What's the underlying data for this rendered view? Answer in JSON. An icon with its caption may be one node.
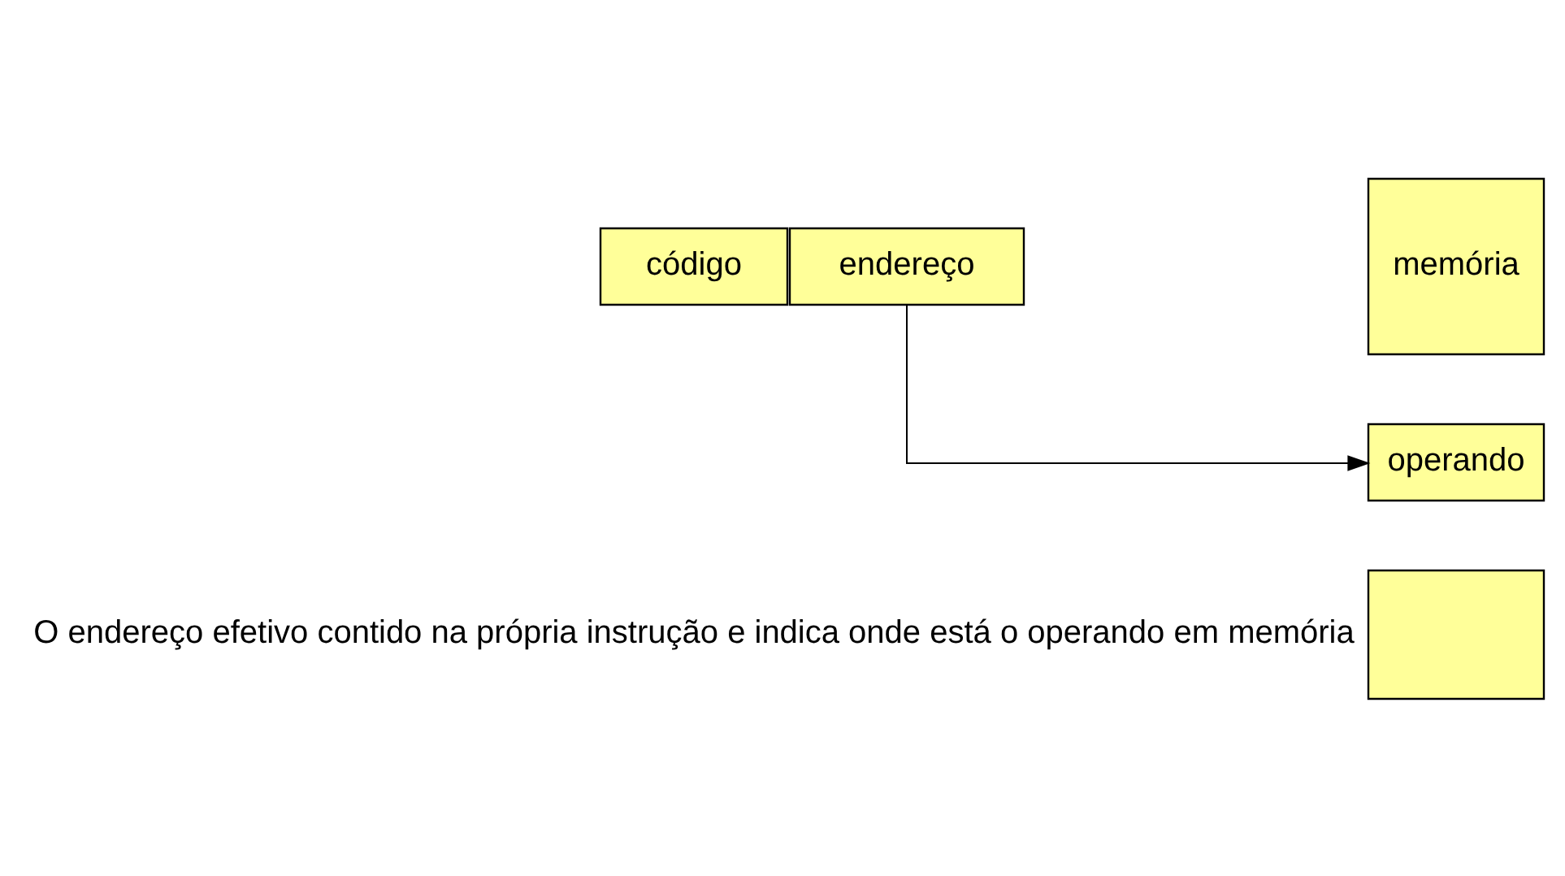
{
  "diagram": {
    "nodes": [
      {
        "text": [
          "código"
        ]
      },
      {
        "text": [
          "endereço"
        ]
      },
      {
        "text": [
          "memória"
        ]
      },
      {
        "text": [
          "operando"
        ]
      },
      {
        "text": [],
        "shape": "box"
      }
    ],
    "edges": [
      {
        "from": 1,
        "to": 3,
        "arrow": "to"
      }
    ],
    "labels": [
      "O endereço efetivo contido na própria instrução e indica onde está o operando em memória"
    ]
  }
}
